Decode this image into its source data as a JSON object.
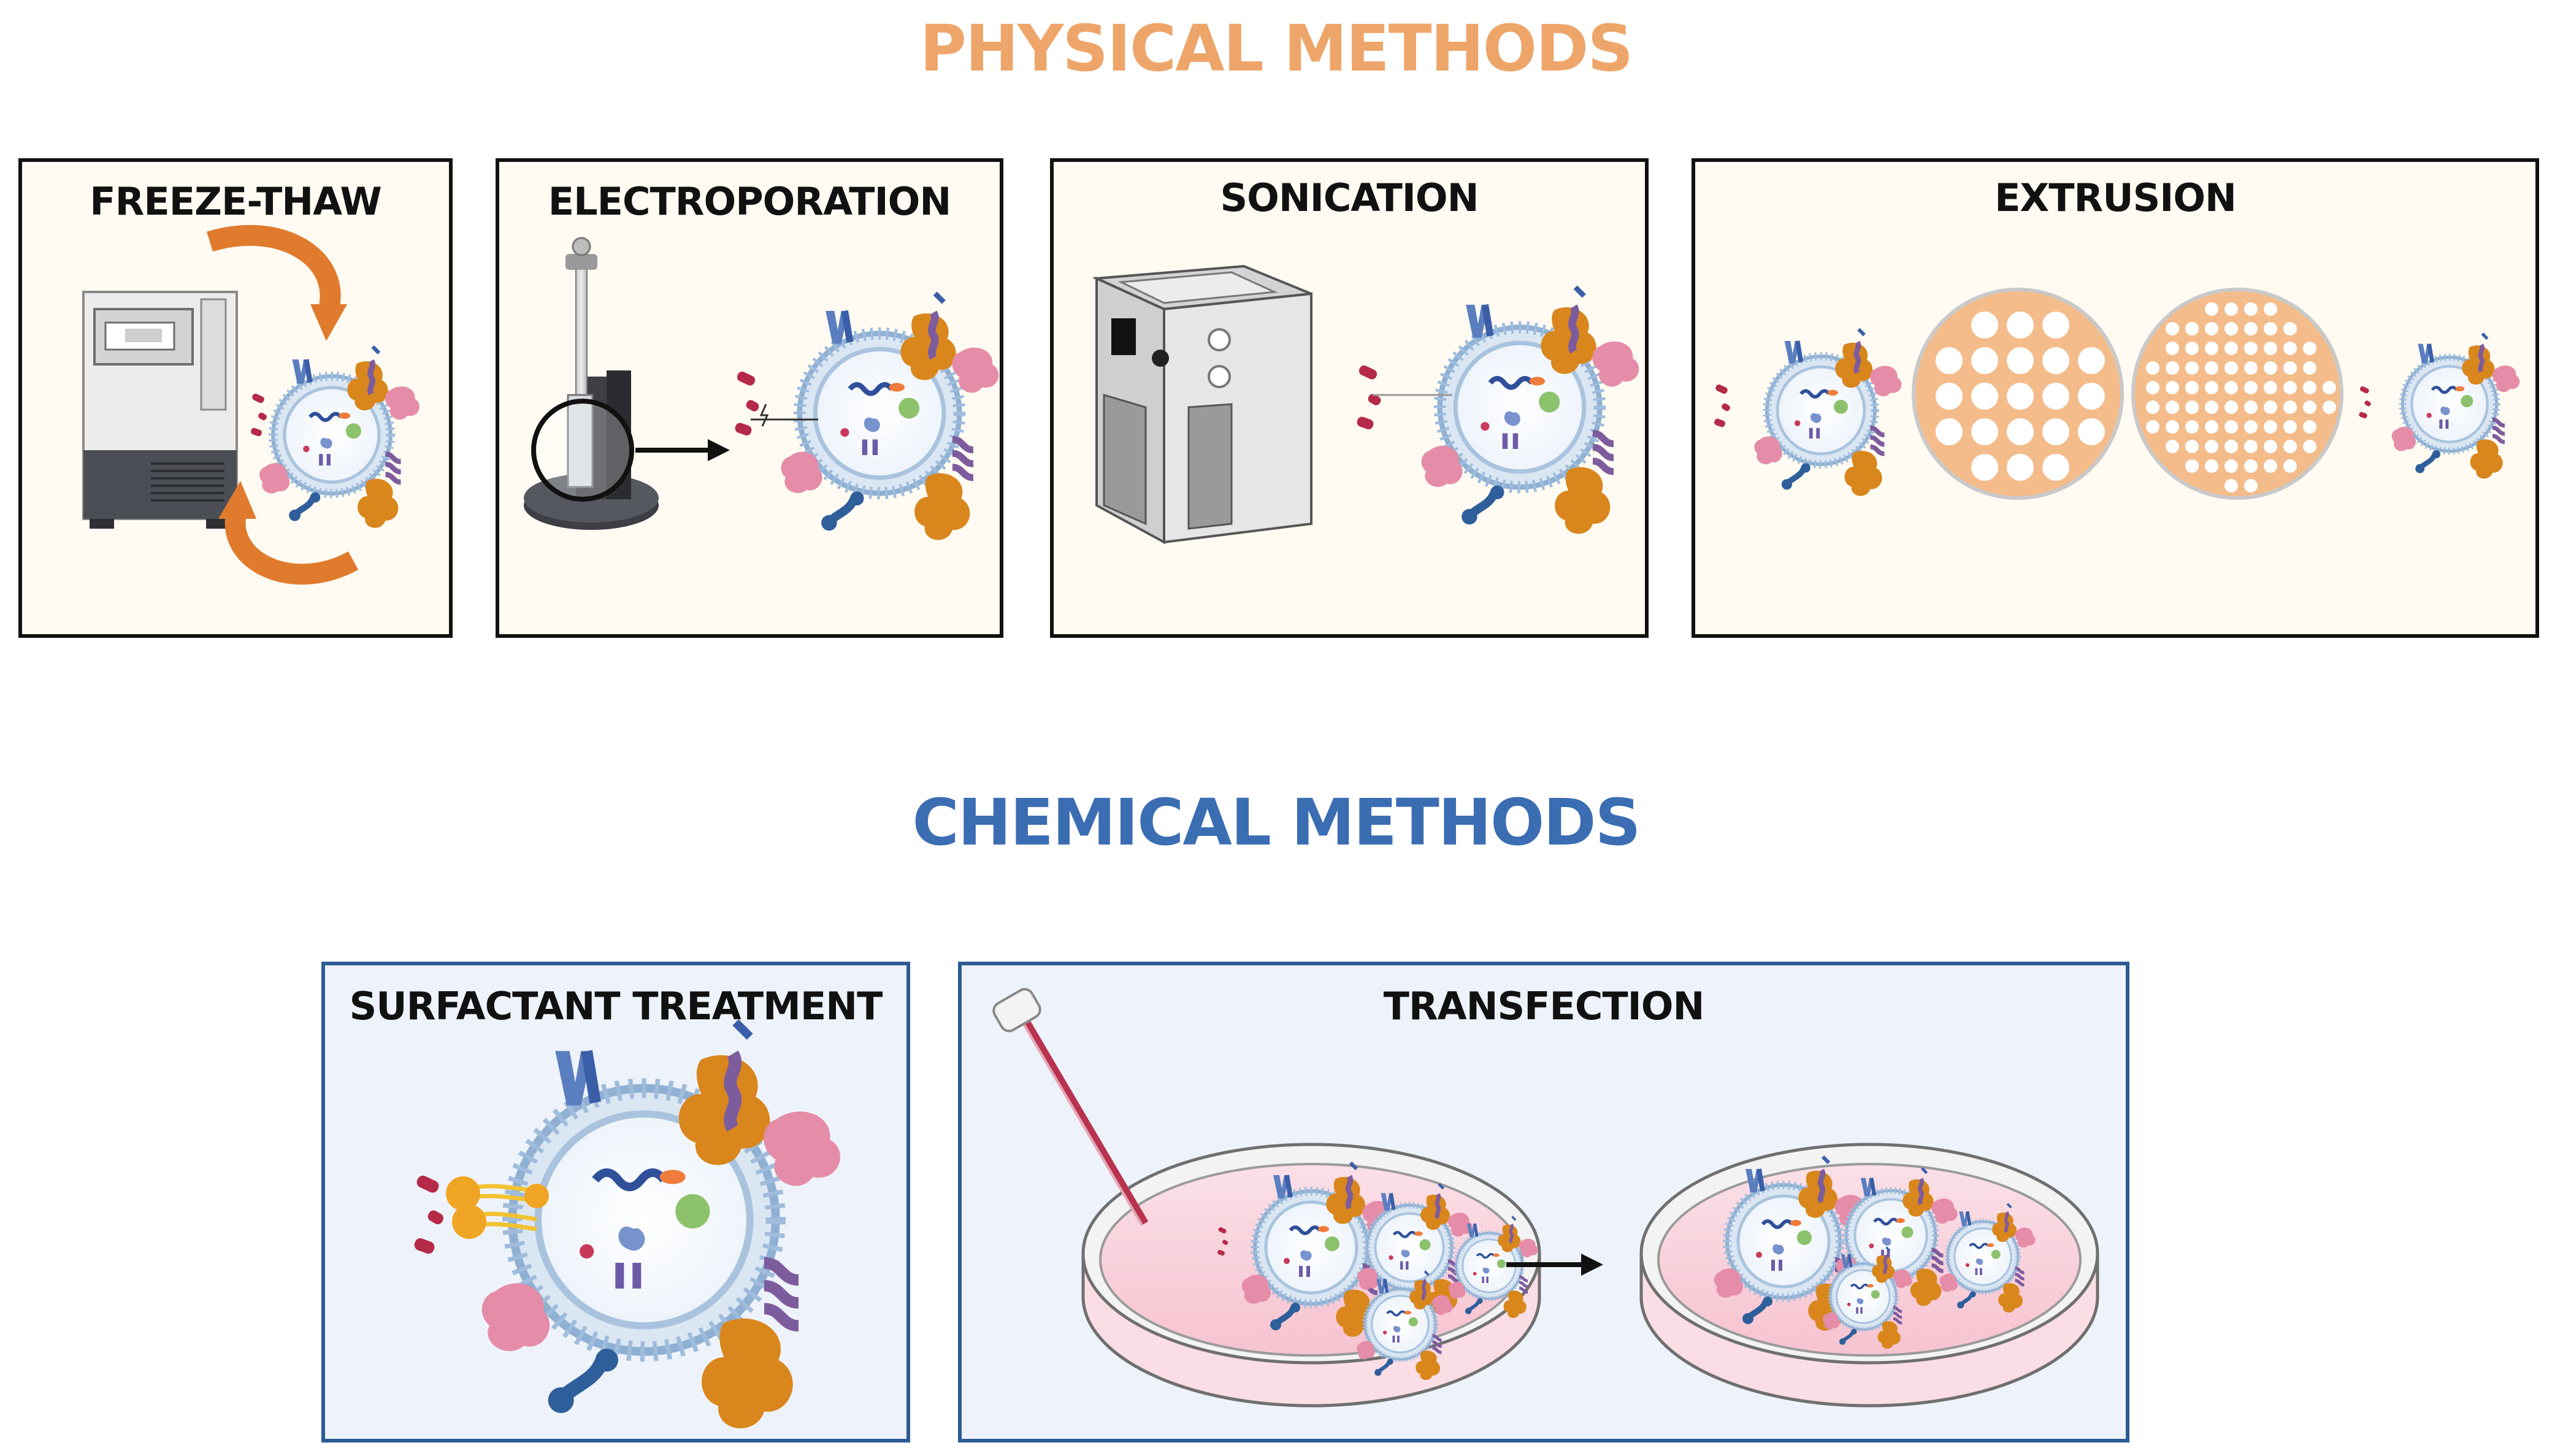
{
  "colors": {
    "physical_accent": "#eea56a",
    "chemical_accent": "#3b6db3",
    "physical_panel_bg": "#fffbf2",
    "chemical_panel_bg": "#eef3fb",
    "physical_border": "#111111",
    "chemical_border": "#2d5b93",
    "pore_fill": "#f4bc8a",
    "dish_medium": "#f7cbd6",
    "membrane": "#a9c3de",
    "protein_orange": "#d9861c",
    "protein_pink": "#e58ca8",
    "cargo_red": "#b42a48",
    "receptor_purple": "#7d5c9e",
    "receptor_blue": "#5a7ec0",
    "surfactant_yellow": "#f1a524"
  },
  "physical": {
    "title": "PHYSICAL METHODS",
    "panels": [
      {
        "label": "FREEZE-THAW",
        "icons": [
          "freezer-icon",
          "cycle-arrows-icon",
          "vesicle-icon"
        ]
      },
      {
        "label": "ELECTROPORATION",
        "icons": [
          "electroporator-icon",
          "arrow-right-icon",
          "vesicle-icon"
        ]
      },
      {
        "label": "SONICATION",
        "icons": [
          "sonicator-icon",
          "vesicle-icon"
        ]
      },
      {
        "label": "EXTRUSION",
        "icons": [
          "vesicle-icon",
          "membrane-filter-large-pores-icon",
          "membrane-filter-small-pores-icon",
          "vesicle-icon"
        ]
      }
    ]
  },
  "chemical": {
    "title": "CHEMICAL METHODS",
    "panels": [
      {
        "label": "SURFACTANT TREATMENT",
        "icons": [
          "surfactant-icon",
          "vesicle-icon"
        ]
      },
      {
        "label": "TRANSFECTION",
        "icons": [
          "pipette-icon",
          "petri-dish-icon",
          "arrow-right-icon",
          "petri-dish-icon"
        ]
      }
    ]
  }
}
